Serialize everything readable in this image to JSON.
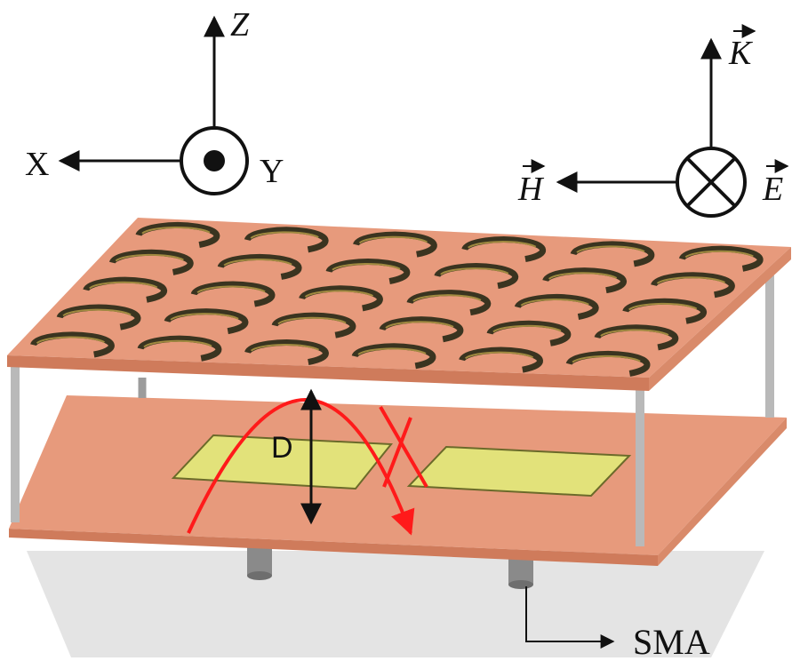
{
  "axes_left": {
    "z_label": "Z",
    "x_label": "X",
    "y_label": "Y"
  },
  "axes_right": {
    "k_label": "K",
    "h_label": "H",
    "e_label": "E"
  },
  "dimension_label": "D",
  "connector_label": "SMA",
  "colors": {
    "board": "#e79a7c",
    "board_edge": "#cf7b5b",
    "ring": "#3a3420",
    "ring_highlight": "#a08a40",
    "patch": "#e2e27a",
    "wave": "#ff1a1a",
    "post": "#b9b9b9"
  },
  "array": {
    "rows": 5,
    "cols": 6
  }
}
